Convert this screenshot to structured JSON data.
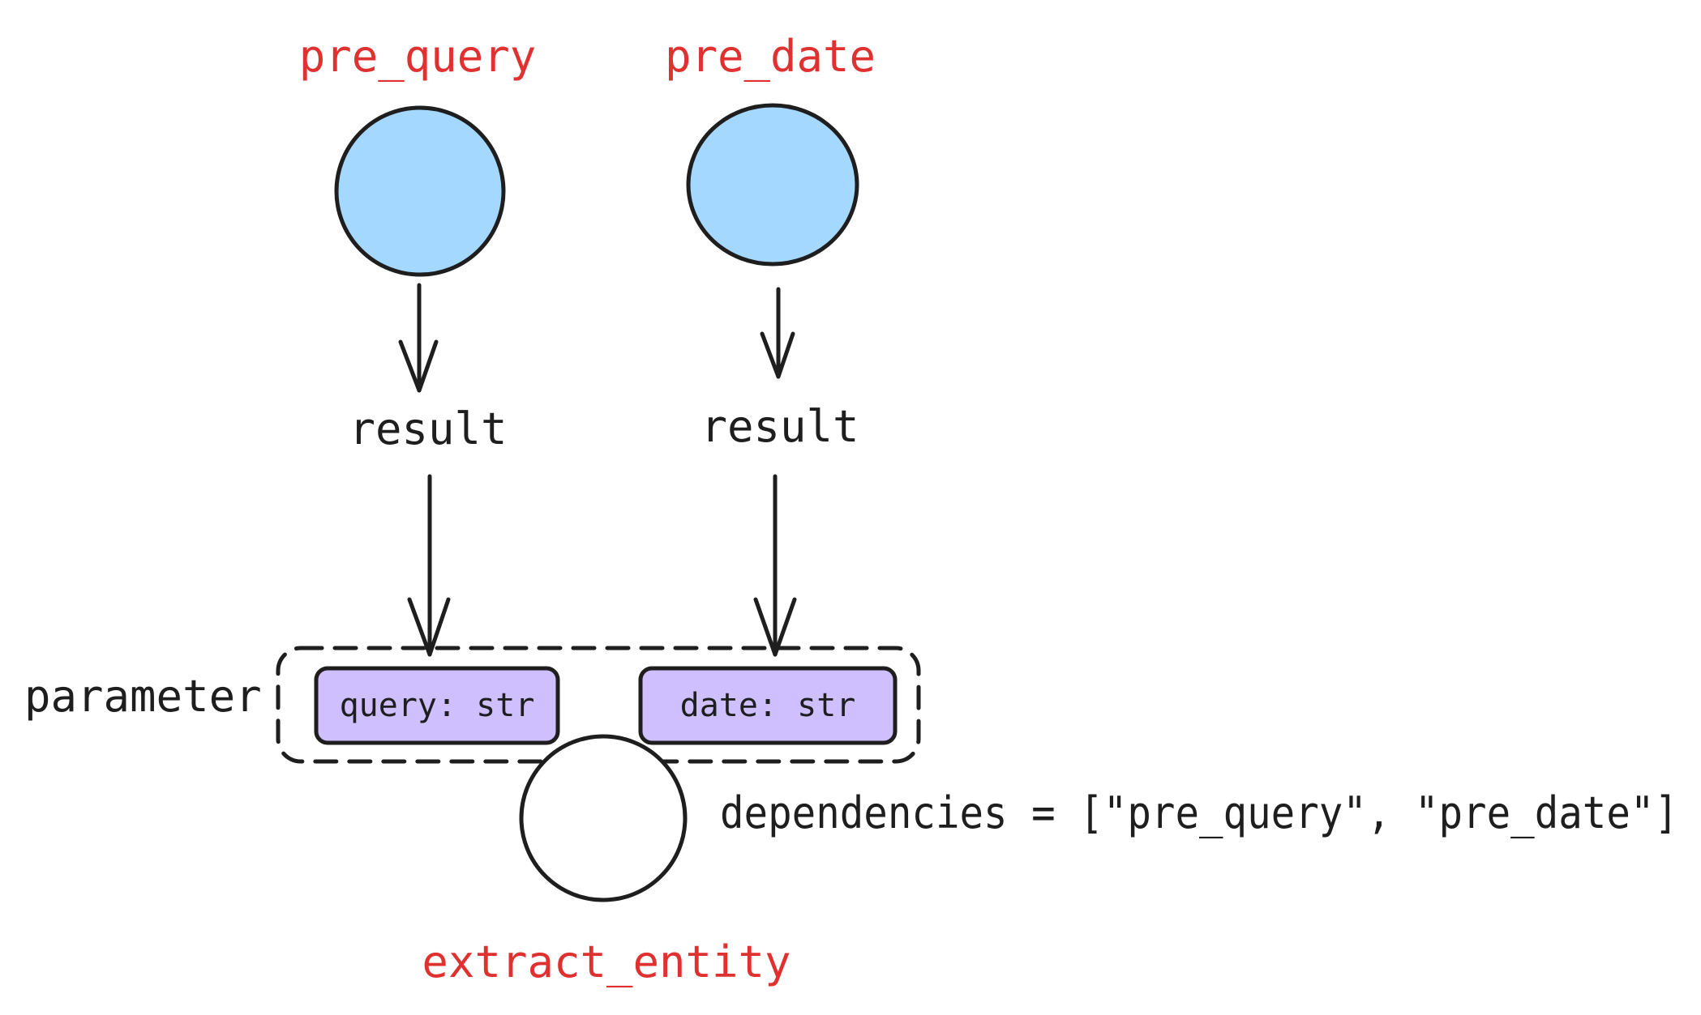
{
  "nodes": {
    "pre_query": {
      "label": "pre_query"
    },
    "pre_date": {
      "label": "pre_date"
    },
    "extract_entity": {
      "label": "extract_entity"
    }
  },
  "edges": {
    "query_result": "result",
    "date_result": "result"
  },
  "parameter_group": {
    "label": "parameter",
    "params": [
      "query: str",
      "date: str"
    ]
  },
  "dependencies_text": "dependencies = [\"pre_query\", \"pre_date\"]",
  "colors": {
    "source_node_fill": "#a5d8ff",
    "param_fill": "#d0bfff",
    "label_red": "#e03131",
    "stroke": "#1e1e1e"
  }
}
